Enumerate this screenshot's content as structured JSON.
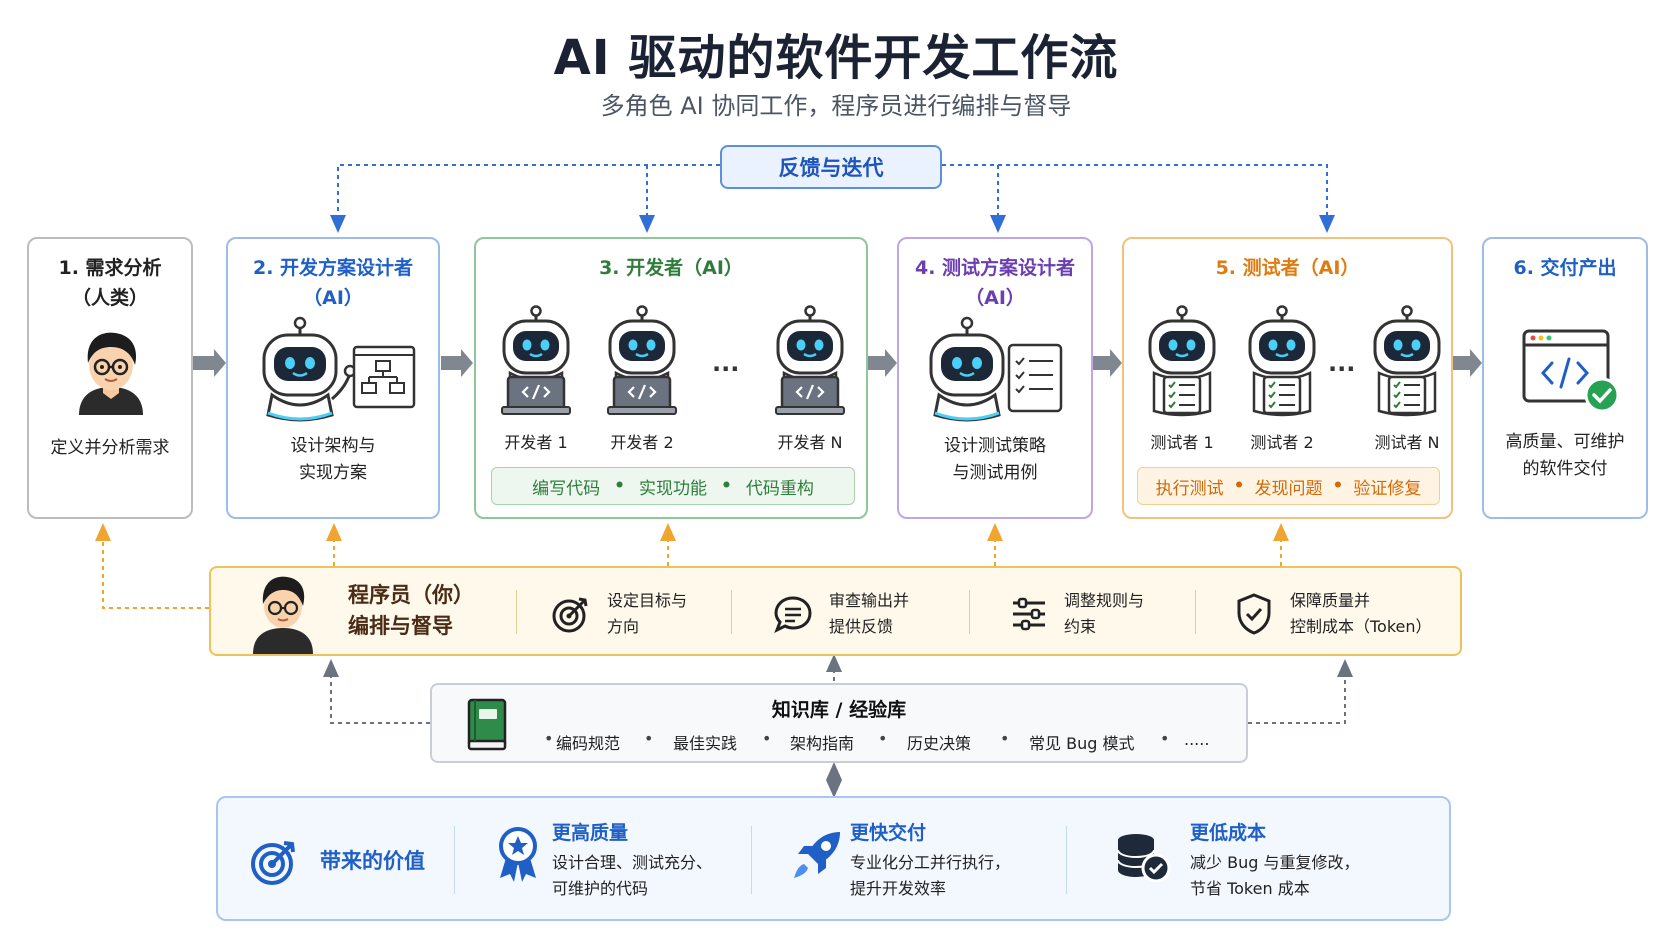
{
  "title": "AI 驱动的软件开发工作流",
  "subtitle": "多角色 AI 协同工作，程序员进行编排与督导",
  "feedback_label": "反馈与迭代",
  "stages": [
    {
      "title": "1. 需求分析\n（人类）",
      "desc": "定义并分析需求",
      "color": "#222222",
      "border": "#bdbdbd"
    },
    {
      "title": "2. 开发方案设计者\n（AI）",
      "desc": "设计架构与\n实现方案",
      "color": "#1f5fc6",
      "border": "#9dbce8"
    },
    {
      "title": "3. 开发者（AI）",
      "color": "#2e7d3b",
      "border": "#8fc69a",
      "agents": [
        "开发者 1",
        "开发者 2",
        "开发者 N"
      ],
      "ellipsis": "...",
      "tasks": [
        "编写代码",
        "实现功能",
        "代码重构"
      ],
      "sep": "•"
    },
    {
      "title": "4. 测试方案设计者\n（AI）",
      "desc": "设计测试策略\n与测试用例",
      "color": "#6b3fb0",
      "border": "#bfa6e6"
    },
    {
      "title": "5. 测试者（AI）",
      "color": "#e07b0f",
      "border": "#f1c27d",
      "agents": [
        "测试者 1",
        "测试者 2",
        "测试者 N"
      ],
      "ellipsis": "...",
      "tasks": [
        "执行测试",
        "发现问题",
        "验证修复"
      ],
      "sep": "•"
    },
    {
      "title": "6. 交付产出",
      "desc": "高质量、可维护\n的软件交付",
      "color": "#1f5fc6",
      "border": "#9dbce8"
    }
  ],
  "programmer": {
    "title": "程序员（你）\n编排与督导",
    "roles": [
      {
        "icon": "target-icon",
        "text": "设定目标与\n方向"
      },
      {
        "icon": "chat-icon",
        "text": "审查输出并\n提供反馈"
      },
      {
        "icon": "sliders-icon",
        "text": "调整规则与\n约束"
      },
      {
        "icon": "shield-check-icon",
        "text": "保障质量并\n控制成本（Token）"
      }
    ]
  },
  "knowledge_base": {
    "title": "知识库 / 经验库",
    "items": [
      "编码规范",
      "最佳实践",
      "架构指南",
      "历史决策",
      "常见 Bug 模式",
      "....."
    ],
    "bullet": "•"
  },
  "value": {
    "title": "带来的价值",
    "items": [
      {
        "icon": "award-icon",
        "title": "更高质量",
        "desc": "设计合理、测试充分、\n可维护的代码"
      },
      {
        "icon": "rocket-icon",
        "title": "更快交付",
        "desc": "专业化分工并行执行，\n提升开发效率"
      },
      {
        "icon": "database-check-icon",
        "title": "更低成本",
        "desc": "减少 Bug 与重复修改，\n节省 Token 成本"
      }
    ]
  },
  "colors": {
    "blue": "#1f5fc6",
    "green": "#2e7d3b",
    "purple": "#6b3fb0",
    "orange": "#e07b0f",
    "gold": "#efc15d",
    "gray": "#6b7280"
  }
}
